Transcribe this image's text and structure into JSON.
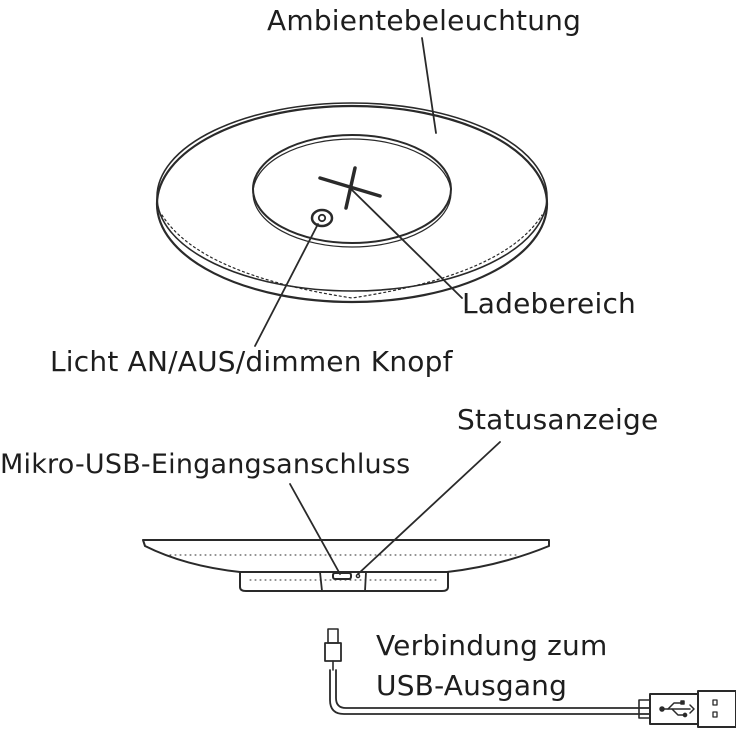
{
  "labels": {
    "ambient_light": "Ambientebeleuchtung",
    "charging_area": "Ladebereich",
    "light_button": "Licht AN/AUS/dimmen Knopf",
    "status_indicator": "Statusanzeige",
    "micro_usb_input": "Mikro-USB-Eingangsanschluss",
    "usb_connection_line1": "Verbindung zum",
    "usb_connection_line2": "USB-Ausgang"
  }
}
